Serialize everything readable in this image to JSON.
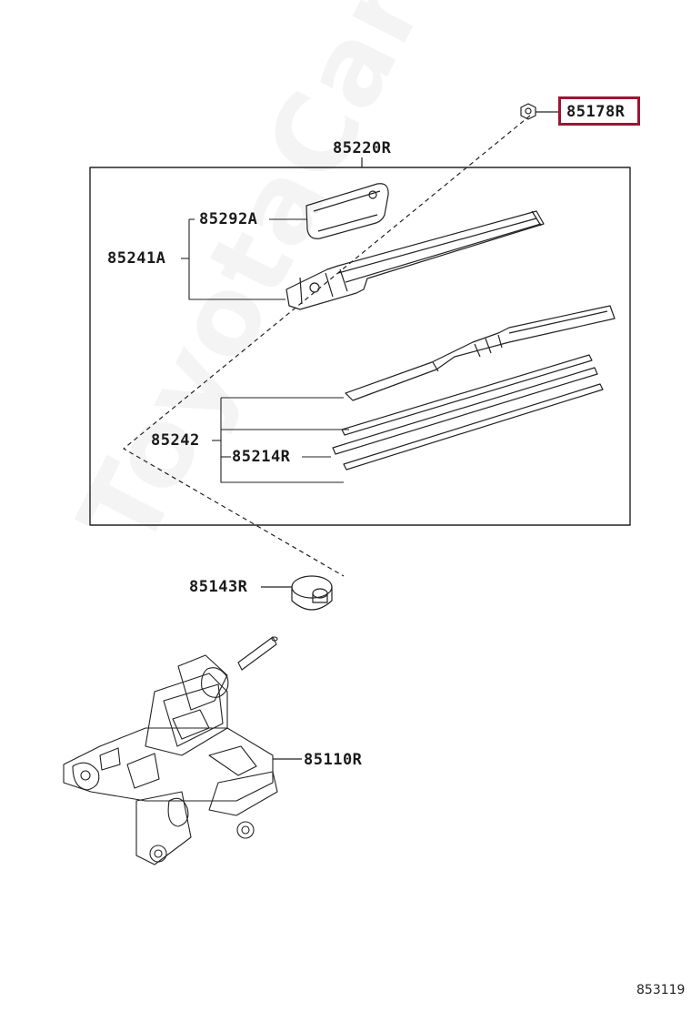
{
  "diagram": {
    "page_number": "853119",
    "watermark": "ToyotaCarMine.ru",
    "highlight_color": "#9b1535",
    "parts": {
      "nut": "85178R",
      "arm_assy": "85220R",
      "cap": "85292A",
      "arm": "85241A",
      "blade": "85242",
      "rubber": "85214R",
      "pivot_cap": "85143R",
      "motor": "85110R"
    }
  }
}
